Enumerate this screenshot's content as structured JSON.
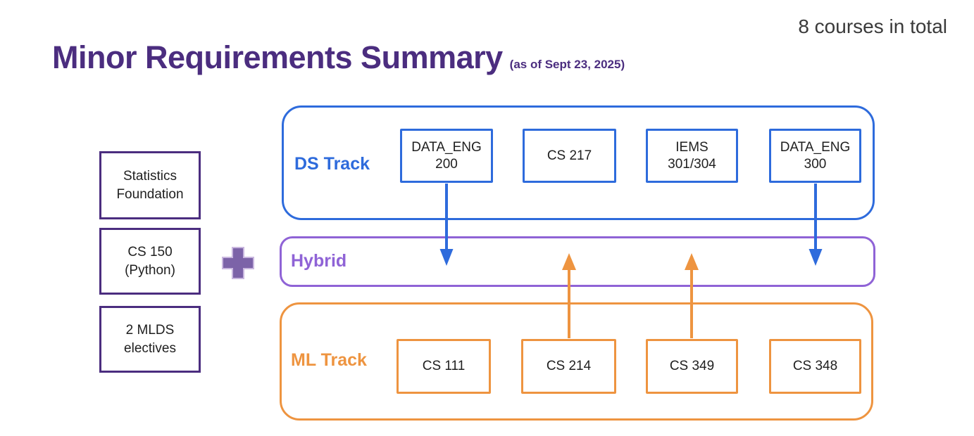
{
  "colors": {
    "title-purple": "#4B2D7F",
    "plus-purple": "#7C63A8",
    "plus-purple-edge": "#C9B7DF",
    "track-blue": "#2E6BDC",
    "hybrid-purple": "#8F63D6",
    "track-orange": "#EE9440",
    "text-dark": "#1F1F1F",
    "note-gray": "#3A3A3A"
  },
  "header": {
    "title": "Minor Requirements Summary",
    "subtitle": "(as of Sept 23, 2025)",
    "note": "8 courses in total"
  },
  "foundation": {
    "boxes": [
      {
        "label": "Statistics\nFoundation"
      },
      {
        "label": "CS 150\n(Python)"
      },
      {
        "label": "2 MLDS\nelectives"
      }
    ],
    "plus_icon": "plus"
  },
  "tracks": {
    "ds": {
      "label": "DS Track",
      "courses": [
        {
          "label": "DATA_ENG\n200"
        },
        {
          "label": "CS 217"
        },
        {
          "label": "IEMS\n301/304"
        },
        {
          "label": "DATA_ENG\n300"
        }
      ]
    },
    "hybrid": {
      "label": "Hybrid"
    },
    "ml": {
      "label": "ML Track",
      "courses": [
        {
          "label": "CS 111"
        },
        {
          "label": "CS 214"
        },
        {
          "label": "CS 349"
        },
        {
          "label": "CS 348"
        }
      ]
    }
  },
  "connections": [
    {
      "from": "DATA_ENG 200",
      "to": "Hybrid",
      "direction": "down",
      "color": "#2E6BDC"
    },
    {
      "from": "DATA_ENG 300",
      "to": "Hybrid",
      "direction": "down",
      "color": "#2E6BDC"
    },
    {
      "from": "CS 214",
      "to": "Hybrid",
      "direction": "up",
      "color": "#EE9440"
    },
    {
      "from": "CS 349",
      "to": "Hybrid",
      "direction": "up",
      "color": "#EE9440"
    }
  ]
}
